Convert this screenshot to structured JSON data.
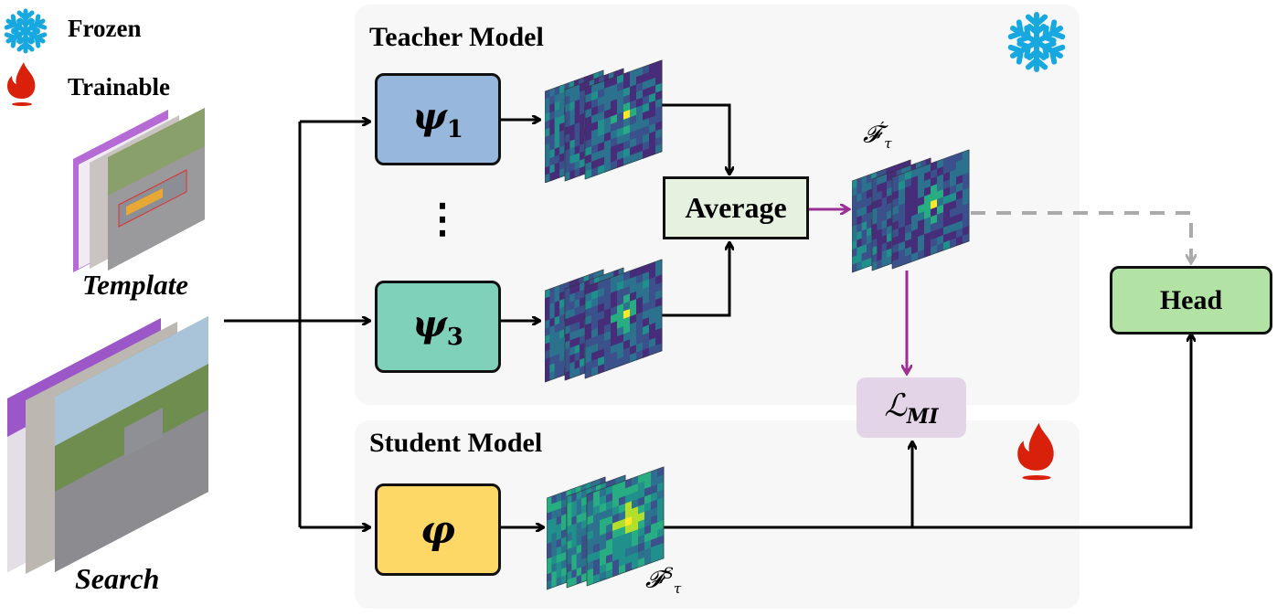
{
  "legend": {
    "frozen_label": "Frozen",
    "trainable_label": "Trainable",
    "frozen_icon": "snowflake-icon",
    "trainable_icon": "flame-icon"
  },
  "inputs": {
    "template_label": "Template",
    "search_label": "Search"
  },
  "teacher": {
    "title": "Teacher Model",
    "model1_symbol": "ψ",
    "model1_sub": "1",
    "ellipsis": "⋮",
    "model3_symbol": "ψ",
    "model3_sub": "3",
    "average_label": "Average",
    "feature_symbol": "𝓕",
    "feature_sub": "τ",
    "feature_sup": "′",
    "status_icon": "snowflake-icon"
  },
  "student": {
    "title": "Student Model",
    "model_symbol": "φ",
    "feature_symbol": "𝓕",
    "feature_sub": "τ",
    "feature_sup": "S",
    "status_icon": "flame-icon"
  },
  "loss": {
    "symbol": "ℒ",
    "sub": "MI"
  },
  "head": {
    "label": "Head"
  },
  "colors": {
    "panel_bg": "#f7f7f7",
    "psi1_fill": "#97b8dc",
    "psi3_fill": "#7fd1ba",
    "phi_fill": "#fdd866",
    "average_fill": "#e6f1df",
    "loss_fill": "#e3d4e8",
    "head_fill": "#b3e3a4",
    "purple_arrow": "#9c2f96",
    "dashed_arrow": "#aaaaaa",
    "snowflake": "#18a8e0",
    "flame": "#d8200a"
  }
}
